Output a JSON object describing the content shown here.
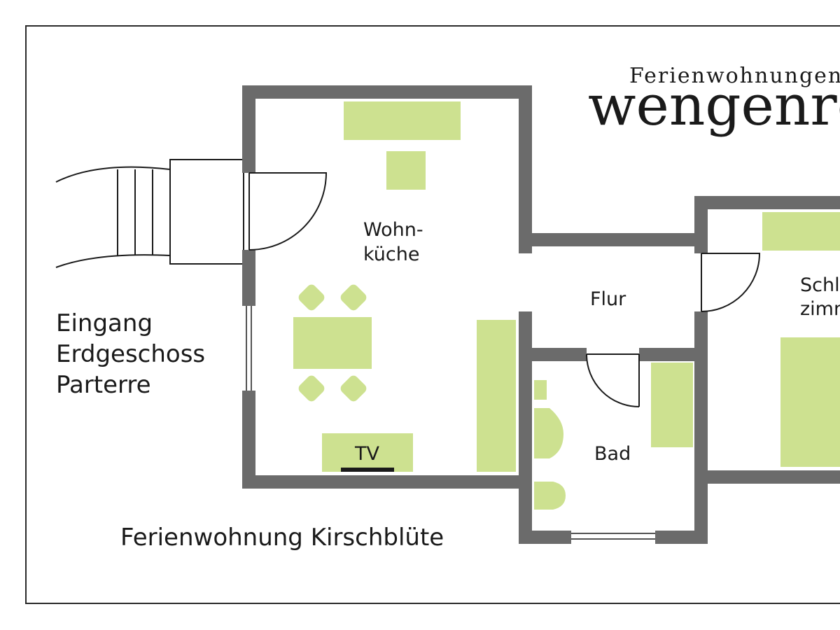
{
  "brand": {
    "subtitle": "Ferienwohnungen",
    "name": "wengenroth"
  },
  "plan_title": "Ferienwohnung Kirschblüte",
  "entrance_label": [
    "Eingang",
    "Erdgeschoss",
    "Parterre"
  ],
  "rooms": {
    "wohnkueche": [
      "Wohn-",
      "küche"
    ],
    "flur": "Flur",
    "bad": "Bad",
    "schlafzimmer": [
      "Schlaf-",
      "zimmer"
    ]
  },
  "furniture": {
    "tv_label": "TV"
  },
  "colors": {
    "wall": "#6b6b6b",
    "furniture": "#cde190",
    "line": "#1a1a1a",
    "background": "#ffffff"
  }
}
